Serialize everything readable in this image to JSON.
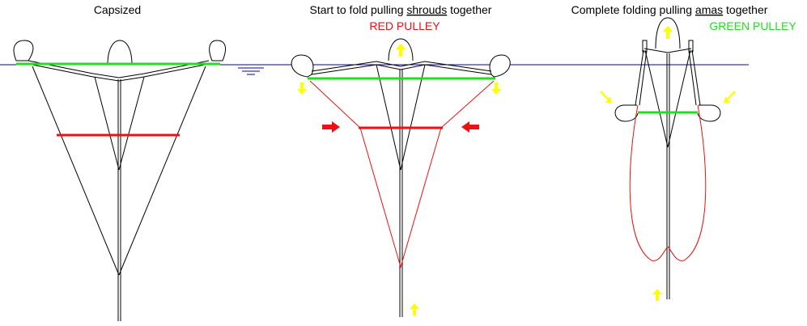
{
  "panels": [
    {
      "title": "Capsized"
    },
    {
      "title_pre": "Start to fold pulling ",
      "title_u": "shrouds",
      "title_post": " together",
      "pulley": "RED PULLEY"
    },
    {
      "title_pre": "Complete folding pulling ",
      "title_u": "amas",
      "title_post": " together",
      "pulley": "GREEN PULLEY"
    }
  ],
  "colors": {
    "water": "#0000aa",
    "green": "#22dd22",
    "red": "#ee1111",
    "arrow": "#ffff00"
  }
}
